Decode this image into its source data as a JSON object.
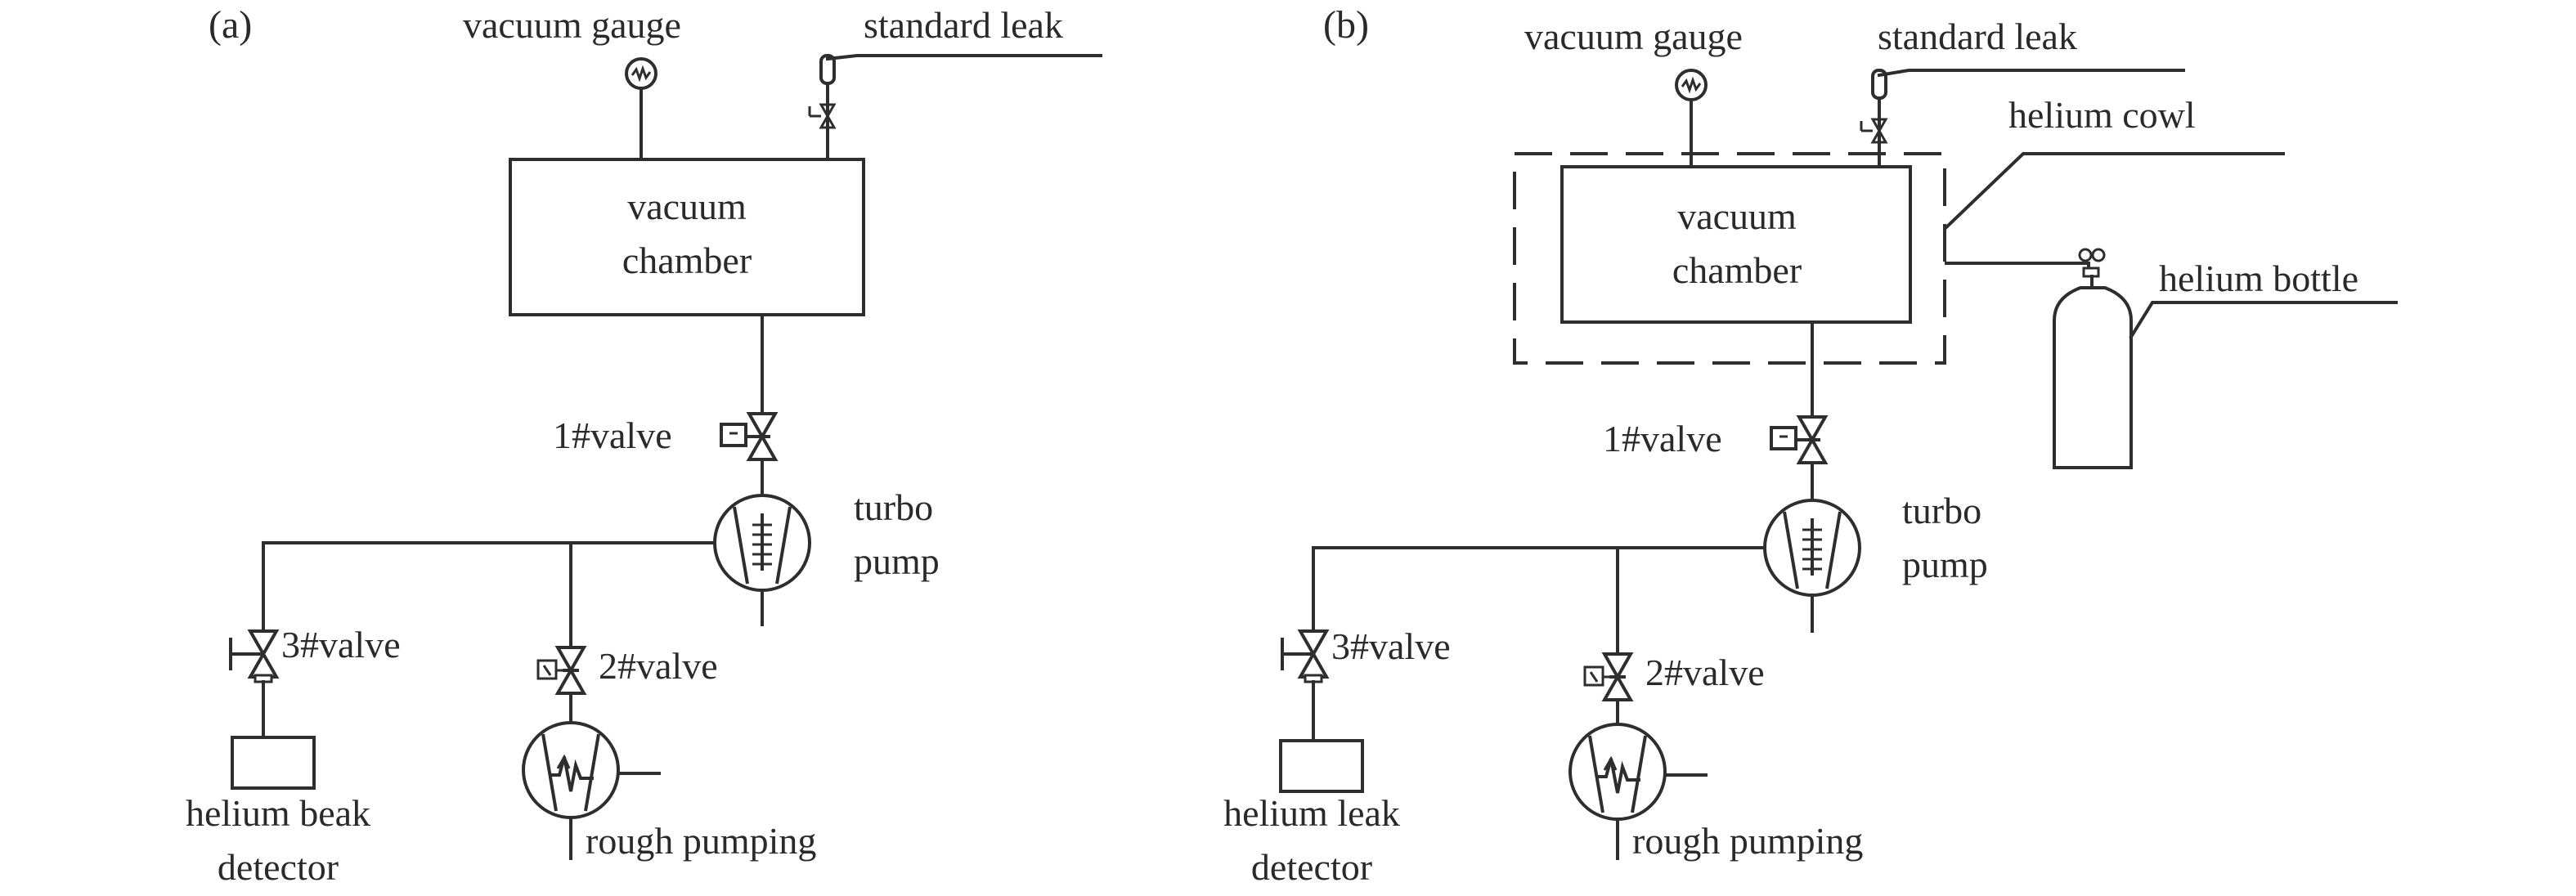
{
  "panels": [
    {
      "id": "a",
      "label": "(a)",
      "vacuum_gauge": "vacuum gauge",
      "standard_leak": "standard leak",
      "chamber_line1": "vacuum",
      "chamber_line2": "chamber",
      "valve1": "1#valve",
      "turbo_line1": "turbo",
      "turbo_line2": "pump",
      "valve3": "3#valve",
      "valve2": "2#valve",
      "detector_line1": "helium beak",
      "detector_line2": "detector",
      "rough": "rough pumping"
    },
    {
      "id": "b",
      "label": "(b)",
      "vacuum_gauge": "vacuum gauge",
      "standard_leak": "standard leak",
      "helium_cowl": "helium cowl",
      "helium_bottle": "helium bottle",
      "chamber_line1": "vacuum",
      "chamber_line2": "chamber",
      "valve1": "1#valve",
      "turbo_line1": "turbo",
      "turbo_line2": "pump",
      "valve3": "3#valve",
      "valve2": "2#valve",
      "detector_line1": "helium leak",
      "detector_line2": "detector",
      "rough": "rough pumping"
    }
  ]
}
